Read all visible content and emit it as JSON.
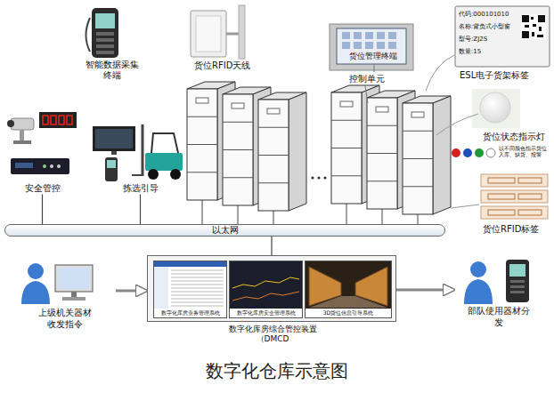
{
  "diagram": {
    "caption": "数字化仓库示意图",
    "nodes": [
      {
        "text": [
          "安全管控"
        ]
      },
      {
        "text": [
          "拣选引导"
        ]
      },
      {
        "text": [
          "以太网"
        ]
      },
      {
        "text": [
          "上级机关器材 收发指令"
        ]
      },
      {
        "text": [
          "数字化库房综合管控装置 （DMCD"
        ]
      },
      {
        "text": [
          "数字化库房业务管理系统"
        ],
        "in": 4
      },
      {
        "text": [
          "数字化库房安全管理系统"
        ],
        "in": 4
      },
      {
        "text": [
          "3D货位信息引导系统"
        ],
        "in": 4
      },
      {
        "text": [
          "部队使用器材分 发"
        ]
      }
    ],
    "edges": [
      {
        "from": 0,
        "to": 2,
        "arrow": "none"
      },
      {
        "from": 1,
        "to": 2,
        "arrow": "none"
      },
      {
        "from": 4,
        "to": 2,
        "arrow": "none"
      },
      {
        "from": 3,
        "to": 4,
        "arrow": "to"
      },
      {
        "from": 4,
        "to": 8,
        "arrow": "to"
      }
    ],
    "labels": [
      "智能数据采集 终端",
      "货位RFID天线",
      "货位管理终端",
      "控制单元",
      "代码:000101010",
      "名称:背负式小型窗",
      "型号:ZJ2S",
      "数量:15",
      "ESL电子货架标签",
      "货位状态指示灯",
      "以不同颜色指示货位 入库、缺货、报警",
      "货位RFID标签"
    ]
  }
}
